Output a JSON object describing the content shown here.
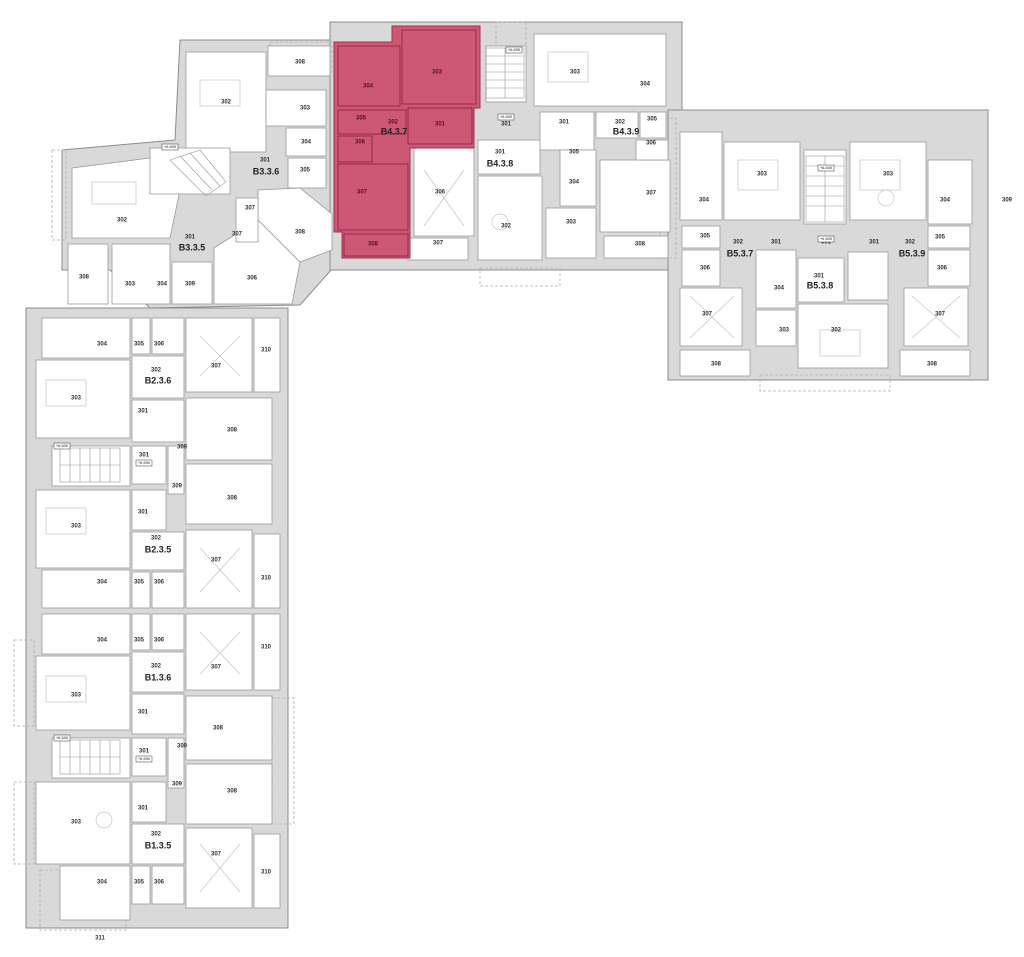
{
  "plan": {
    "highlight_color": "#c93c5f",
    "wall_color": "#d9d9d9",
    "units": [
      {
        "id": "B4.3.7",
        "label": "B4.3.7",
        "highlighted": true
      },
      {
        "id": "B4.3.8",
        "label": "B4.3.8"
      },
      {
        "id": "B4.3.9",
        "label": "B4.3.9"
      },
      {
        "id": "B3.3.6",
        "label": "B3.3.6"
      },
      {
        "id": "B3.3.5",
        "label": "B3.3.5"
      },
      {
        "id": "B5.3.7",
        "label": "B5.3.7"
      },
      {
        "id": "B5.3.8",
        "label": "B5.3.8"
      },
      {
        "id": "B5.3.9",
        "label": "B5.3.9"
      },
      {
        "id": "B2.3.6",
        "label": "B2.3.6"
      },
      {
        "id": "B2.3.5",
        "label": "B2.3.5"
      },
      {
        "id": "B1.3.6",
        "label": "B1.3.6"
      },
      {
        "id": "B1.3.5",
        "label": "B1.3.5"
      }
    ],
    "rooms": {
      "r301": "301",
      "r302": "302",
      "r303": "303",
      "r304": "304",
      "r305": "305",
      "r306": "306",
      "r307": "307",
      "r308": "308",
      "r309": "309",
      "r310": "310",
      "r311": "311"
    },
    "level_tags": {
      "stair": "+6.600",
      "landing": "+6,600"
    }
  }
}
